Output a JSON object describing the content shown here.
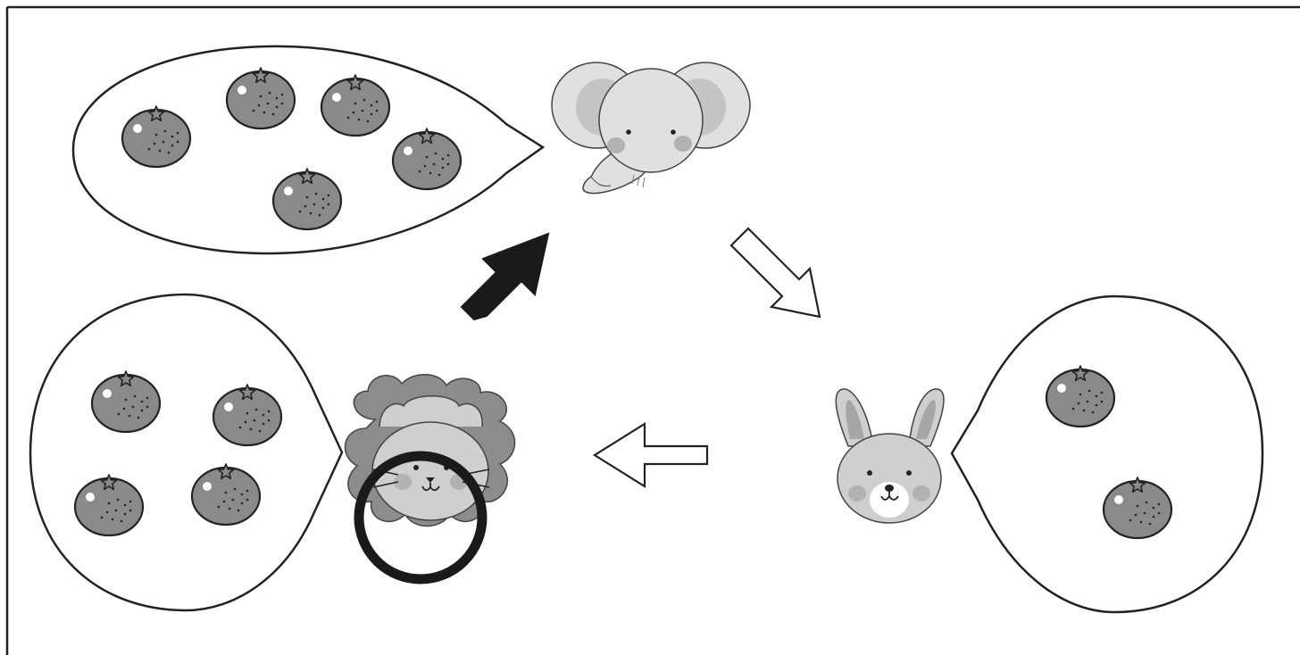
{
  "colors": {
    "background": "#ffffff",
    "frame": "#222222",
    "outline": "#222222",
    "orange_fill": "#8a8a8a",
    "orange_dots": "#222222",
    "highlight": "#ffffff",
    "elephant_body": "#e0e0e0",
    "elephant_ear_inner": "#c4c4c4",
    "lion_mane": "#8c8c8c",
    "lion_face": "#cfcfcf",
    "rabbit_face": "#cfcfcf",
    "rabbit_ear_inner": "#a6a6a6",
    "cheek": "#b2b2b2",
    "solid_arrow": "#1a1a1a",
    "selection_ring": "#1a1a1a"
  },
  "scene": {
    "animals": [
      {
        "id": "elephant",
        "icon": "elephant-icon",
        "orange_count": 5
      },
      {
        "id": "rabbit",
        "icon": "rabbit-icon",
        "orange_count": 2
      },
      {
        "id": "lion",
        "icon": "lion-icon",
        "orange_count": 4,
        "selected": true
      }
    ],
    "arrows": [
      {
        "from": "elephant",
        "to": "rabbit",
        "style": "outline"
      },
      {
        "from": "rabbit",
        "to": "lion",
        "style": "outline"
      },
      {
        "from": "lion",
        "to": "elephant",
        "style": "solid"
      }
    ]
  }
}
